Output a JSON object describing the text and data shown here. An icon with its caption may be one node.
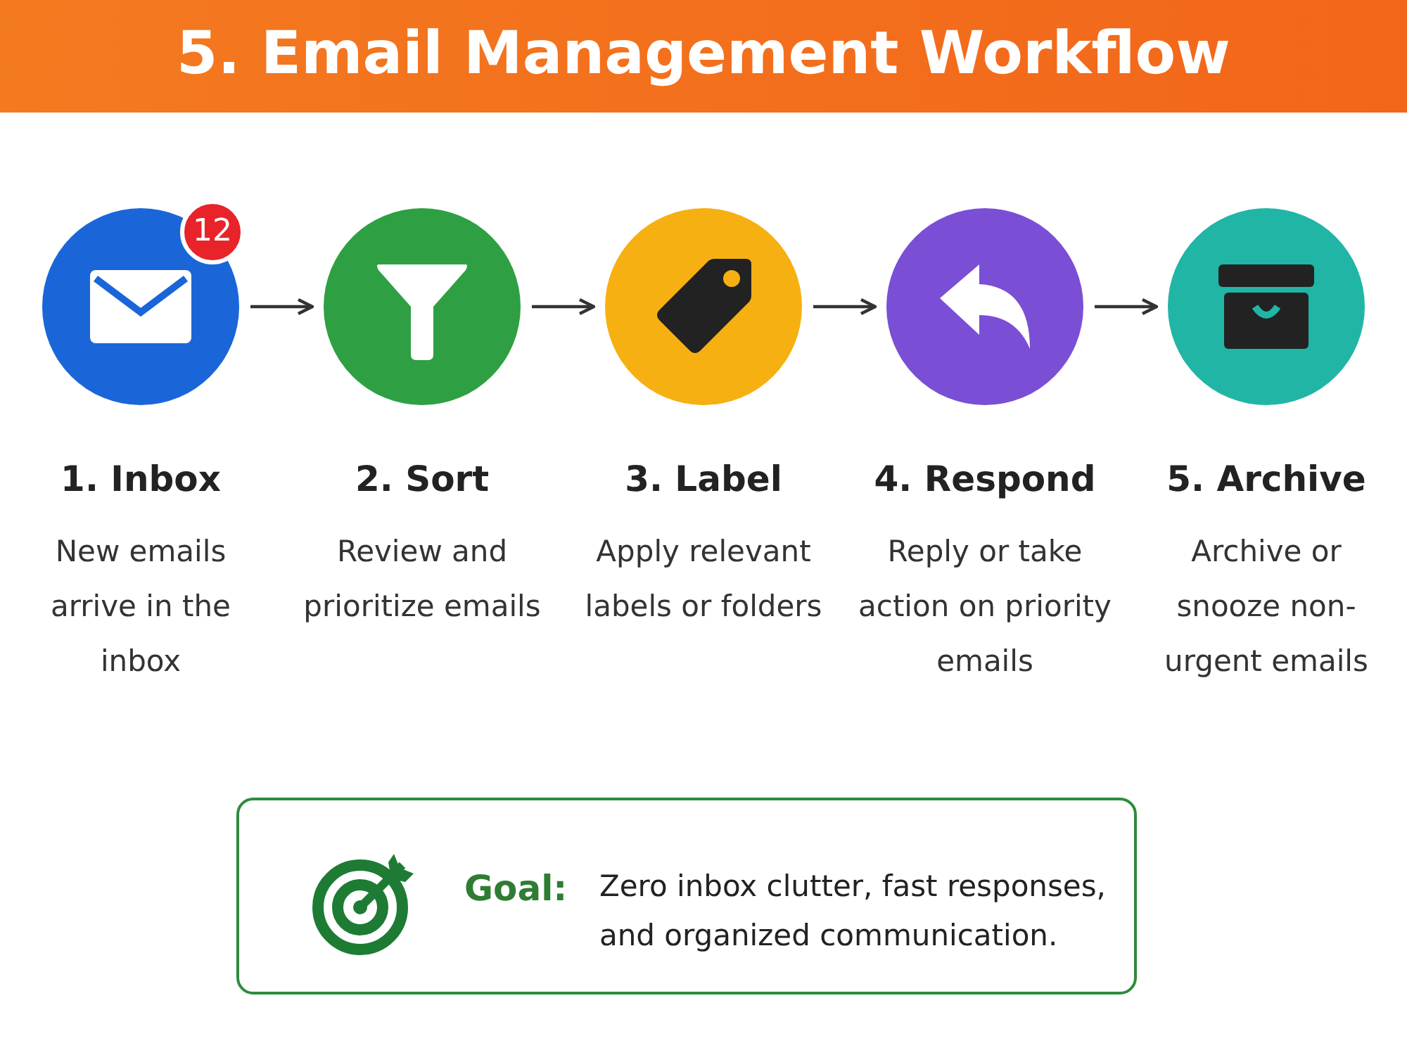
{
  "diagram": {
    "title": "5. Email Management Workflow",
    "nodes": [
      {
        "text": [
          "1. Inbox",
          "New emails arrive in the inbox"
        ]
      },
      {
        "text": [
          "2. Sort",
          "Review and prioritize emails"
        ]
      },
      {
        "text": [
          "3. Label",
          "Apply relevant labels or folders"
        ]
      },
      {
        "text": [
          "4. Respond",
          "Reply or take action on priority emails"
        ]
      },
      {
        "text": [
          "5. Archive",
          "Archive or snooze non-urgent emails"
        ]
      },
      {
        "text": [
          "Goal:",
          "Zero inbox clutter, fast responses, and organized communication."
        ]
      }
    ],
    "edges": [
      {
        "from": 0,
        "to": 1,
        "arrow": "to"
      },
      {
        "from": 1,
        "to": 2,
        "arrow": "to"
      },
      {
        "from": 2,
        "to": 3,
        "arrow": "to"
      },
      {
        "from": 3,
        "to": 4,
        "arrow": "to"
      }
    ],
    "labels": [
      "12"
    ]
  }
}
